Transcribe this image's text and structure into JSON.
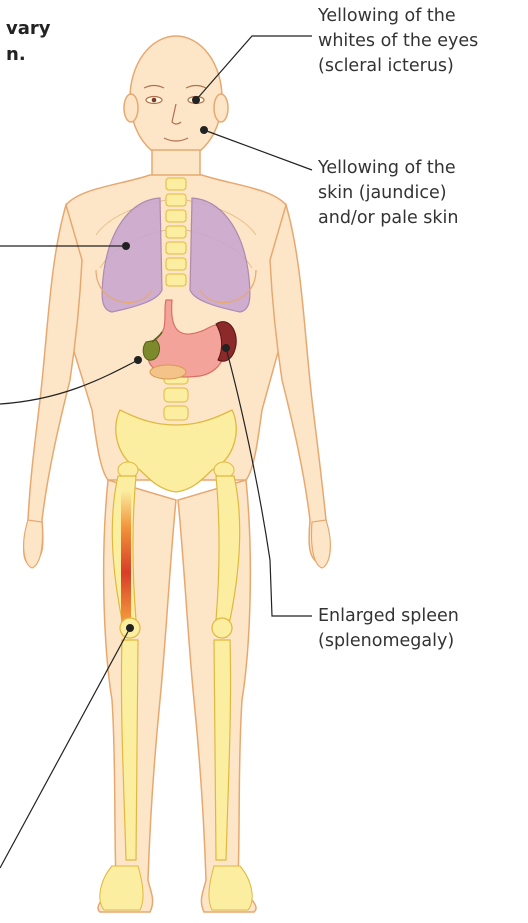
{
  "heading_fragment": "vary\nn.",
  "labels": {
    "eyes": "Yellowing of the\nwhites of the eyes\n(scleral icterus)",
    "skin": "Yellowing of the\nskin (jaundice)\nand/or pale skin",
    "spleen": "Enlarged spleen\n(splenomegaly)"
  },
  "colors": {
    "skin_fill": "#fde6c8",
    "skin_outline": "#e7a870",
    "bone_fill": "#fbeea0",
    "bone_outline": "#e0b840",
    "lung_fill": "#c9a7cf",
    "stomach_fill": "#f4a39a",
    "spleen_fill": "#8c2a2a",
    "gallbladder_fill": "#7d8a2c",
    "marrow_glow": "#d42a1a",
    "leader_line": "#222222"
  }
}
